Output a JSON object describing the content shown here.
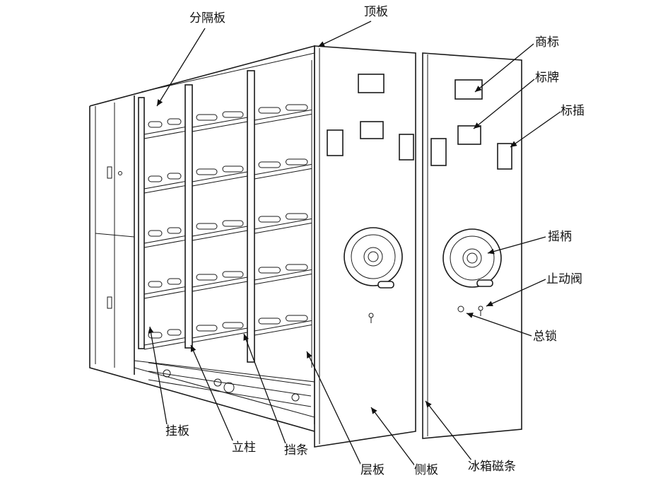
{
  "labels": {
    "partition_board": "分隔板",
    "top_board": "顶板",
    "trademark": "商标",
    "nameplate": "标牌",
    "label_slot": "标插",
    "crank_handle": "摇柄",
    "stop_valve": "止动阀",
    "master_lock": "总锁",
    "hanging_board": "挂板",
    "upright_column": "立柱",
    "retaining_strip": "挡条",
    "shelf_board": "层板",
    "side_panel": "侧板",
    "fridge_magnetic_strip": "冰箱磁条"
  },
  "colors": {
    "line": "#1a1a1a",
    "background": "#ffffff"
  }
}
